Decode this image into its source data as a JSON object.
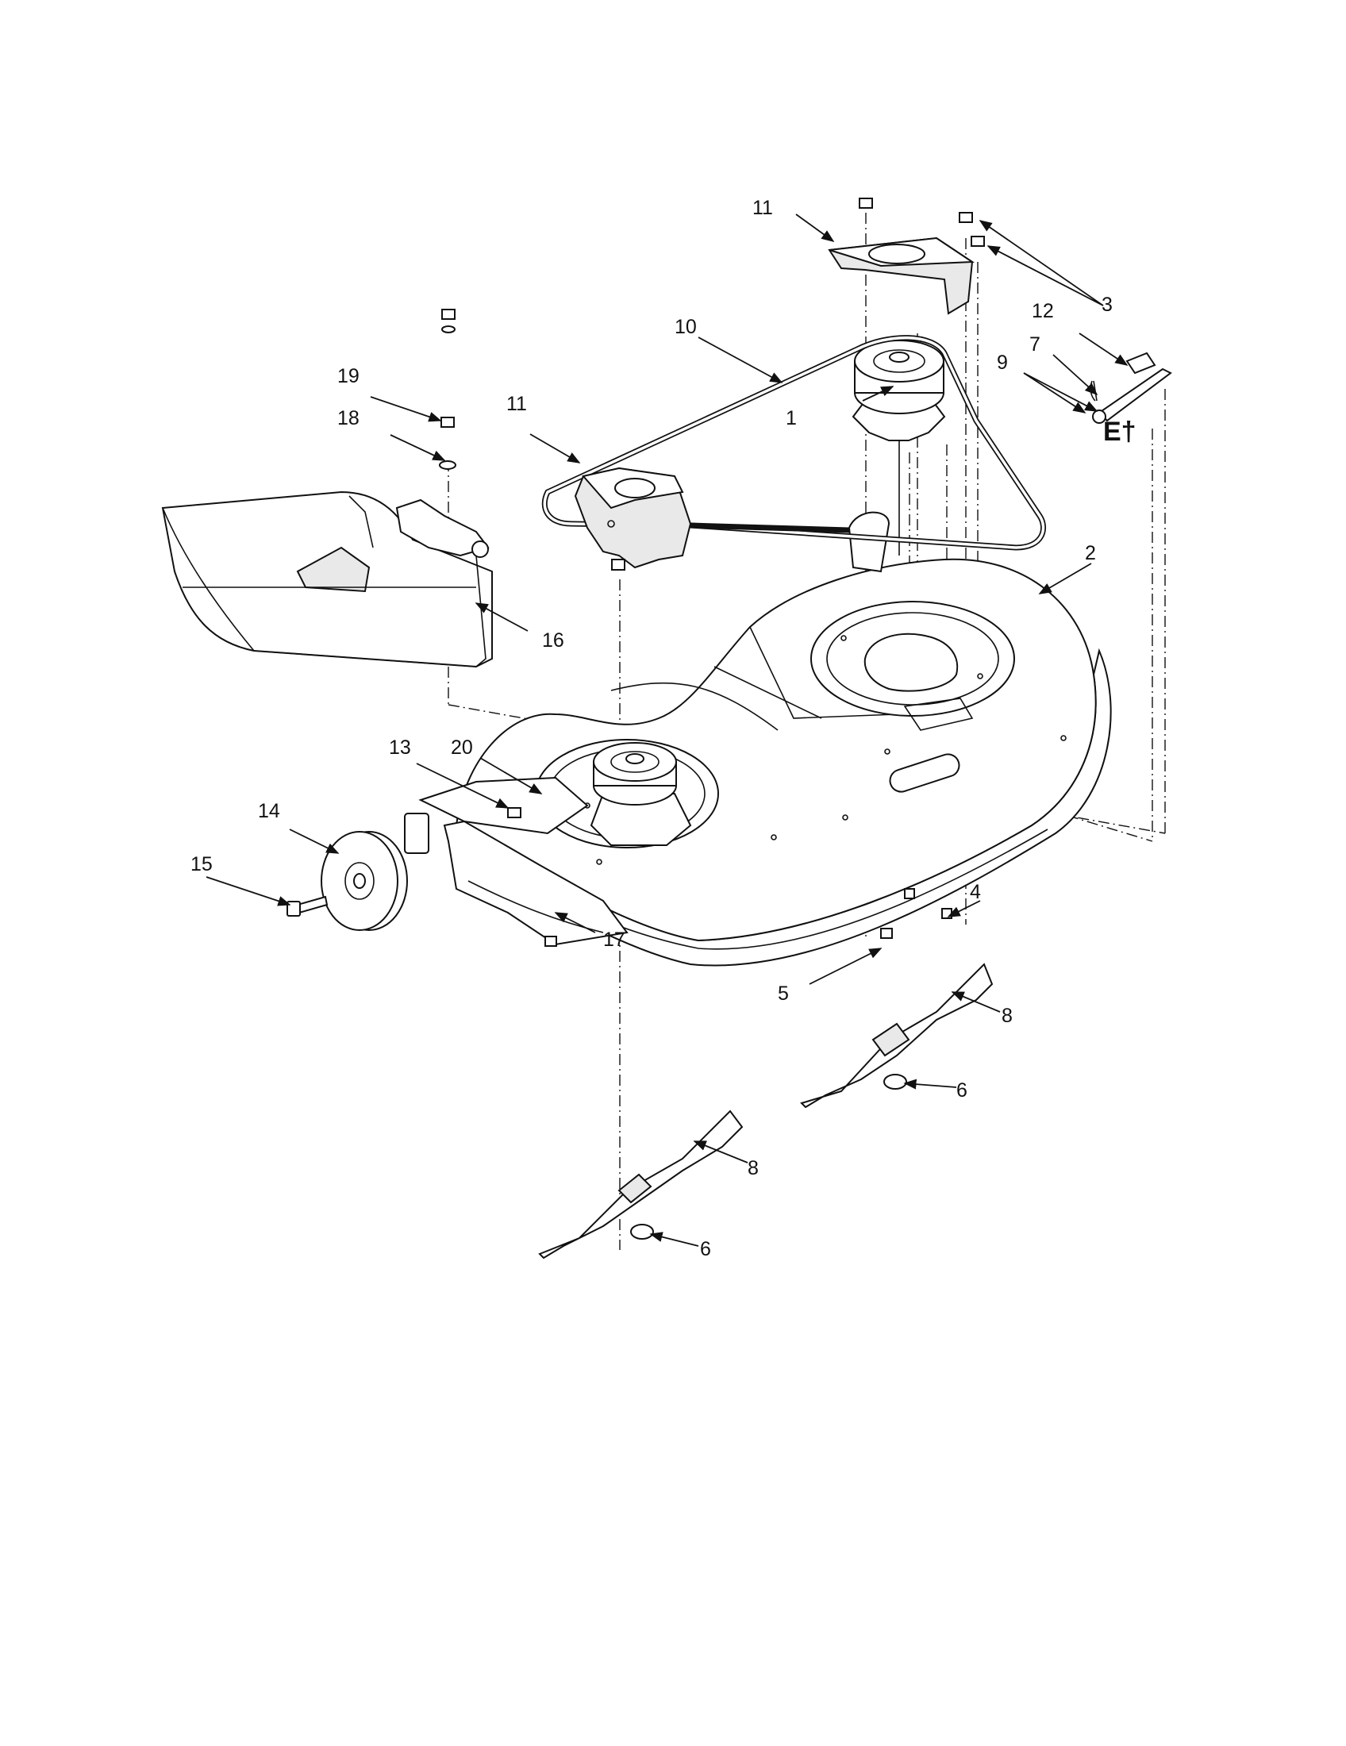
{
  "callouts": [
    {
      "id": "c1",
      "text": "1"
    },
    {
      "id": "c2",
      "text": "2"
    },
    {
      "id": "c3",
      "text": "3"
    },
    {
      "id": "c4",
      "text": "4"
    },
    {
      "id": "c5",
      "text": "5"
    },
    {
      "id": "c6a",
      "text": "6"
    },
    {
      "id": "c6b",
      "text": "6"
    },
    {
      "id": "c7",
      "text": "7"
    },
    {
      "id": "c8a",
      "text": "8"
    },
    {
      "id": "c8b",
      "text": "8"
    },
    {
      "id": "c9",
      "text": "9"
    },
    {
      "id": "c10",
      "text": "10"
    },
    {
      "id": "c11a",
      "text": "11"
    },
    {
      "id": "c11b",
      "text": "11"
    },
    {
      "id": "c12",
      "text": "12"
    },
    {
      "id": "c13",
      "text": "13"
    },
    {
      "id": "c14",
      "text": "14"
    },
    {
      "id": "c15",
      "text": "15"
    },
    {
      "id": "c16",
      "text": "16"
    },
    {
      "id": "c17",
      "text": "17"
    },
    {
      "id": "c18",
      "text": "18"
    },
    {
      "id": "c19",
      "text": "19"
    },
    {
      "id": "c20",
      "text": "20"
    }
  ],
  "ref_marker": "E†"
}
